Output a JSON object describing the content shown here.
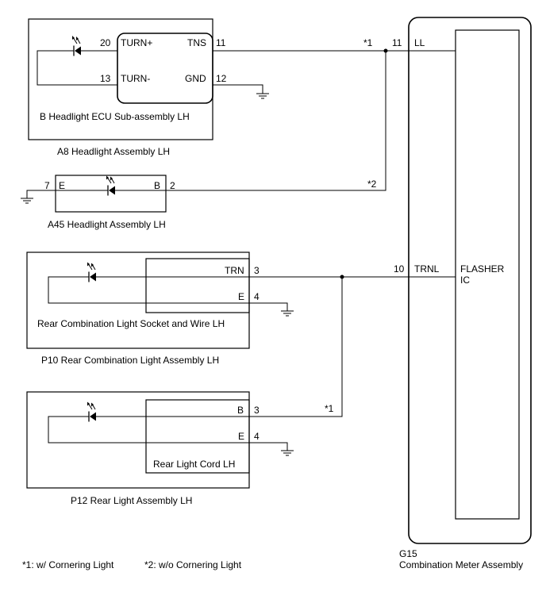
{
  "a8": {
    "assembly": "A8  Headlight Assembly LH",
    "ecu": "B  Headlight ECU Sub-assembly LH",
    "pin20": "20",
    "turn_plus": "TURN+",
    "tns": "TNS",
    "pin11": "11",
    "pin13": "13",
    "turn_minus": "TURN-",
    "gnd": "GND",
    "pin12": "12"
  },
  "a45": {
    "assembly": "A45  Headlight Assembly LH",
    "pin7": "7",
    "e": "E",
    "b": "B",
    "pin2": "2"
  },
  "p10": {
    "socket": "Rear Combination Light Socket and Wire LH",
    "assembly": "P10  Rear Combination Light Assembly LH",
    "trn": "TRN",
    "pin3": "3",
    "e": "E",
    "pin4": "4"
  },
  "p12": {
    "cord": "Rear Light Cord LH",
    "assembly": "P12  Rear Light Assembly LH",
    "b": "B",
    "pin3": "3",
    "e": "E",
    "pin4": "4"
  },
  "g15": {
    "code": "G15",
    "name": "Combination Meter Assembly",
    "pin11": "11",
    "ll": "LL",
    "pin10": "10",
    "trnl": "TRNL",
    "flasher1": "FLASHER",
    "flasher2": "IC"
  },
  "notes": {
    "ref1": "*1",
    "ref2": "*2",
    "note1": "*1: w/ Cornering Light",
    "note2": "*2: w/o Cornering Light"
  }
}
